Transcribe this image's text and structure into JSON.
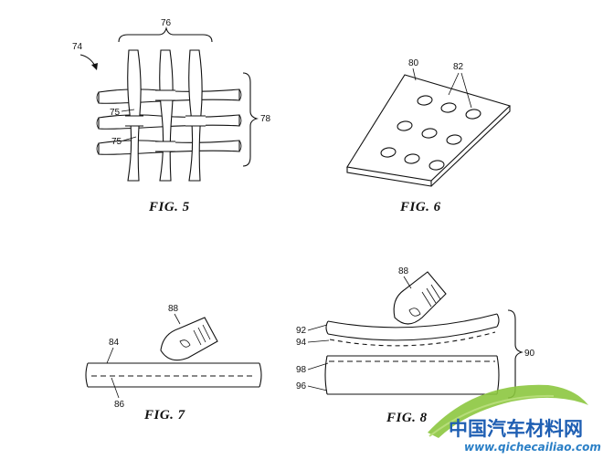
{
  "figures": {
    "fig5": {
      "caption": "FIG. 5",
      "labels": {
        "fabric": "74",
        "warp": "76",
        "weft": "78",
        "strand_a": "75",
        "strand_b": "75"
      }
    },
    "fig6": {
      "caption": "FIG. 6",
      "labels": {
        "plate": "80",
        "holes": "82"
      }
    },
    "fig7": {
      "caption": "FIG. 7",
      "labels": {
        "finger": "88",
        "layer": "84",
        "line": "86"
      }
    },
    "fig8": {
      "caption": "FIG. 8",
      "labels": {
        "finger": "88",
        "top_layer": "92",
        "top_line": "94",
        "bottom_line": "98",
        "bottom_layer": "96",
        "stack": "90"
      }
    }
  },
  "watermark": {
    "brand": "中国汽车材料网",
    "url": "www.qichecailiao.com"
  },
  "colors": {
    "line": "#111111",
    "watermark_blue": "#1f5fb3",
    "watermark_green": "#8cc63f"
  }
}
